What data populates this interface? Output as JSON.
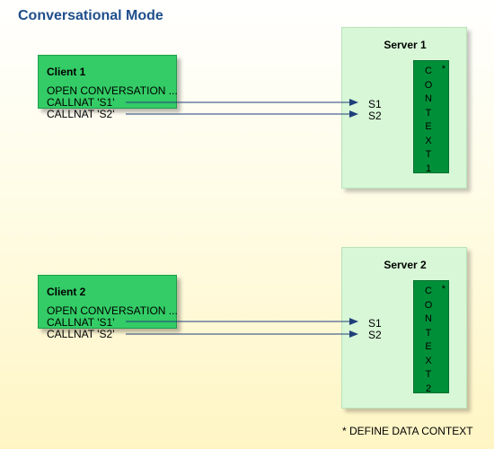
{
  "title": "Conversational Mode",
  "clients": [
    {
      "name": "Client 1",
      "lines": [
        "OPEN CONVERSATION ...",
        "CALLNAT 'S1'",
        "CALLNAT 'S2'"
      ]
    },
    {
      "name": "Client 2",
      "lines": [
        "OPEN CONVERSATION ...",
        "CALLNAT 'S1'",
        "CALLNAT 'S2'"
      ]
    }
  ],
  "servers": [
    {
      "name": "Server 1",
      "subprograms": [
        "S1",
        "S2"
      ],
      "context_letters": [
        "C",
        "O",
        "N",
        "T",
        "E",
        "X",
        "T",
        "1"
      ],
      "context_marker": "*"
    },
    {
      "name": "Server 2",
      "subprograms": [
        "S1",
        "S2"
      ],
      "context_letters": [
        "C",
        "O",
        "N",
        "T",
        "E",
        "X",
        "T",
        "2"
      ],
      "context_marker": "*"
    }
  ],
  "footnote": "* DEFINE DATA CONTEXT",
  "colors": {
    "title": "#1f4e8c",
    "client_fill": "#33cc66",
    "server_fill": "#d7f7d7",
    "context_fill": "#008f39",
    "arrow": "#1f3f7a"
  }
}
